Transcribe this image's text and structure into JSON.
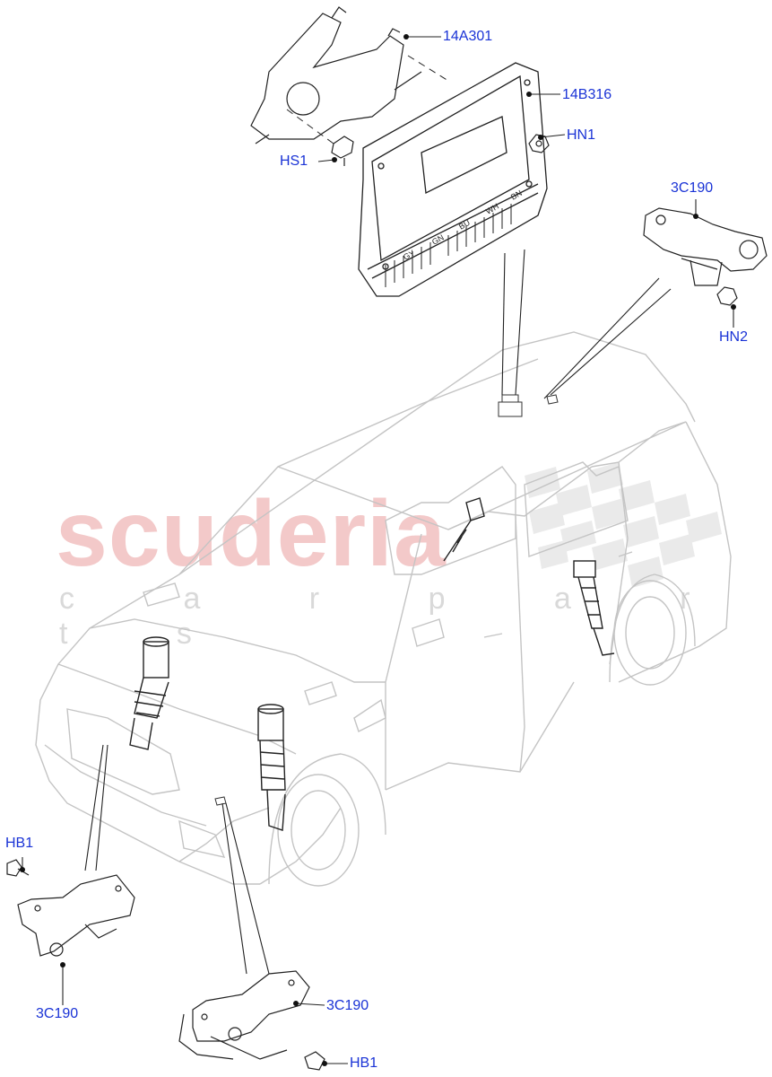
{
  "watermark": {
    "brand": "scuderia",
    "tagline": "c a r  p a r t s"
  },
  "callouts": {
    "bracket_top": "14A301",
    "module": "14B316",
    "hn1": "HN1",
    "hs1": "HS1",
    "sensor_rear": "3C190",
    "hn2": "HN2",
    "hb1_left": "HB1",
    "sensor_front_left": "3C190",
    "sensor_front_right": "3C190",
    "hb1_bottom": "HB1"
  },
  "module_connector_labels": [
    "GY",
    "GN",
    "BU",
    "WH",
    "BN"
  ],
  "colors": {
    "callout_text": "#1a33d6",
    "line_art": "#222222",
    "car_outline": "#c4c4c4",
    "watermark_red": "#f3c9c9",
    "watermark_grey": "#d9d9d9"
  }
}
